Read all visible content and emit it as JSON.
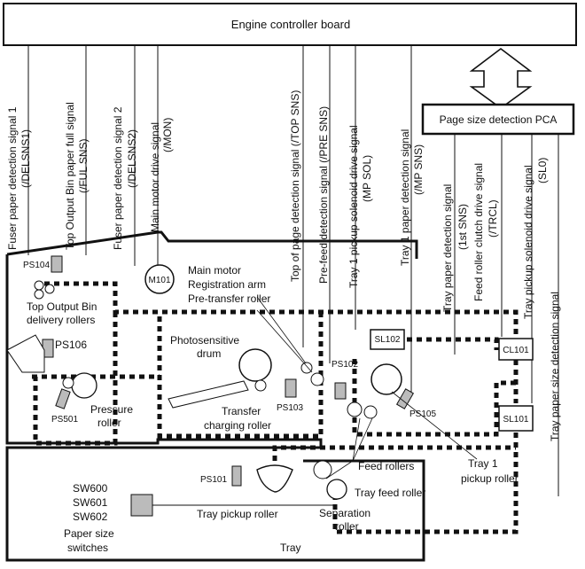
{
  "engine_board": "Engine controller board",
  "page_size_pca": "Page size detection PCA",
  "signals": {
    "fuser1": [
      "Fuser paper detection signal 1",
      "(/DELSNS1)"
    ],
    "fullbin": [
      "Top Output Bin paper full signal",
      "(/FUL SNS)"
    ],
    "fuser2": [
      "Fuser paper detection signal 2",
      "(/DELSNS2)"
    ],
    "mon": [
      "Main motor drive signal",
      "(/MON)"
    ],
    "topsns": [
      "Top of page detection signal (/TOP SNS)"
    ],
    "presns": [
      "Pre-feed detection signal (/PRE SNS)"
    ],
    "mpsol": [
      "Tray 1 pickup solenoid drive signal",
      "(MP SOL)"
    ],
    "mpsns": [
      "Tray 1 paper detection signal",
      "(/MP SNS)"
    ],
    "firstsns": [
      "Tray paper detection signal",
      "(1st SNS)"
    ],
    "trcl": [
      "Feed roller clutch drive signal",
      "(/TRCL)"
    ],
    "sl0": [
      "Tray pickup solenoid drive signal",
      "(SL0)"
    ],
    "tray_detect": [
      "Tray paper size detection signal"
    ]
  },
  "labels": {
    "ps104": "PS104",
    "m101": "M101",
    "main_motor": "Main motor",
    "reg_arm": "Registration arm",
    "pre_transfer": "Pre-transfer roller",
    "top_output": "Top Output Bin",
    "delivery": "delivery rollers",
    "ps106": "PS106",
    "photo1": "Photosensitive",
    "photo2": "drum",
    "ps102": "PS102",
    "sl102": "SL102",
    "cl101": "CL101",
    "sl101": "SL101",
    "ps501": "PS501",
    "pressure1": "Pressure",
    "pressure2": "roller",
    "transfer1": "Transfer",
    "transfer2": "charging roller",
    "ps103": "PS103",
    "ps105": "PS105",
    "tray1_pickup1": "Tray 1",
    "tray1_pickup2": "pickup roller",
    "feed_rollers": "Feed rollers",
    "ps101": "PS101",
    "tray_feed": "Tray feed roller",
    "tray_pickup": "Tray pickup roller",
    "sw600": "SW600",
    "sw601": "SW601",
    "sw602": "SW602",
    "paper_size1": "Paper size",
    "paper_size2": "switches",
    "separation1": "Separation",
    "separation2": "roller",
    "tray": "Tray"
  }
}
